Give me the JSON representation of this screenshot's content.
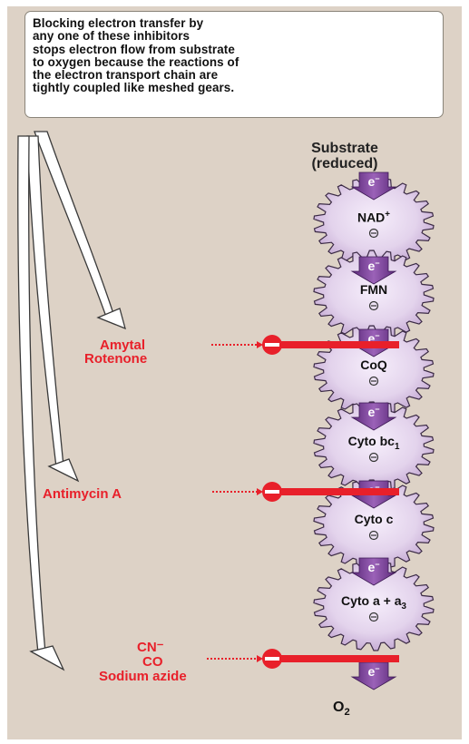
{
  "callout": {
    "lines": [
      "Blocking electron transfer by",
      "any one of these inhibitors",
      "stops electron flow from substrate",
      "to oxygen because the reactions of",
      "the electron transport chain are",
      "tightly coupled like meshed gears."
    ]
  },
  "substrate": {
    "line1": "Substrate",
    "line2": "(reduced)"
  },
  "electron_label": "e",
  "electron_sup": "−",
  "carriers": [
    {
      "base": "NAD",
      "sup": "+",
      "sub": ""
    },
    {
      "base": "FMN",
      "sup": "",
      "sub": ""
    },
    {
      "base": "CoQ",
      "sup": "",
      "sub": ""
    },
    {
      "base": "Cyto bc",
      "sup": "",
      "sub": "1"
    },
    {
      "base": "Cyto c",
      "sup": "",
      "sub": ""
    },
    {
      "base": "Cyto a + a",
      "sup": "",
      "sub": "3"
    }
  ],
  "inhibitors": {
    "group1": [
      "Amytal",
      "Rotenone"
    ],
    "group2": [
      "Antimycin A"
    ],
    "group3": [
      "CN⁻",
      "CO",
      "Sodium azide"
    ]
  },
  "product": {
    "base": "O",
    "sub": "2"
  },
  "colors": {
    "background": "#ddd2c6",
    "inhibitor": "#e8202a",
    "arrow": "#7b3f9b",
    "gear": "#d7c4e1"
  }
}
